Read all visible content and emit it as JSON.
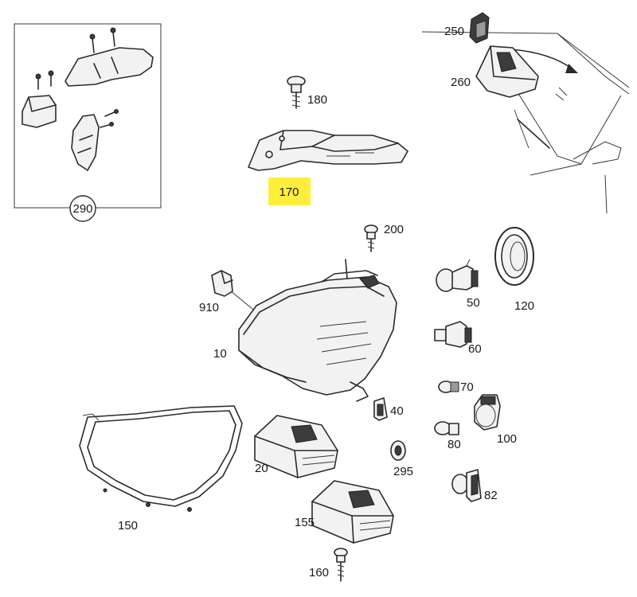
{
  "parts": {
    "p290": "290",
    "p250": "250",
    "p260": "260",
    "p180": "180",
    "p170": "170",
    "p200": "200",
    "p910": "910",
    "p10": "10",
    "p50": "50",
    "p120": "120",
    "p60": "60",
    "p70": "70",
    "p40": "40",
    "p80": "80",
    "p100": "100",
    "p20": "20",
    "p295": "295",
    "p150": "150",
    "p155": "155",
    "p82": "82",
    "p160": "160"
  },
  "highlight_color": "#ffef3a"
}
